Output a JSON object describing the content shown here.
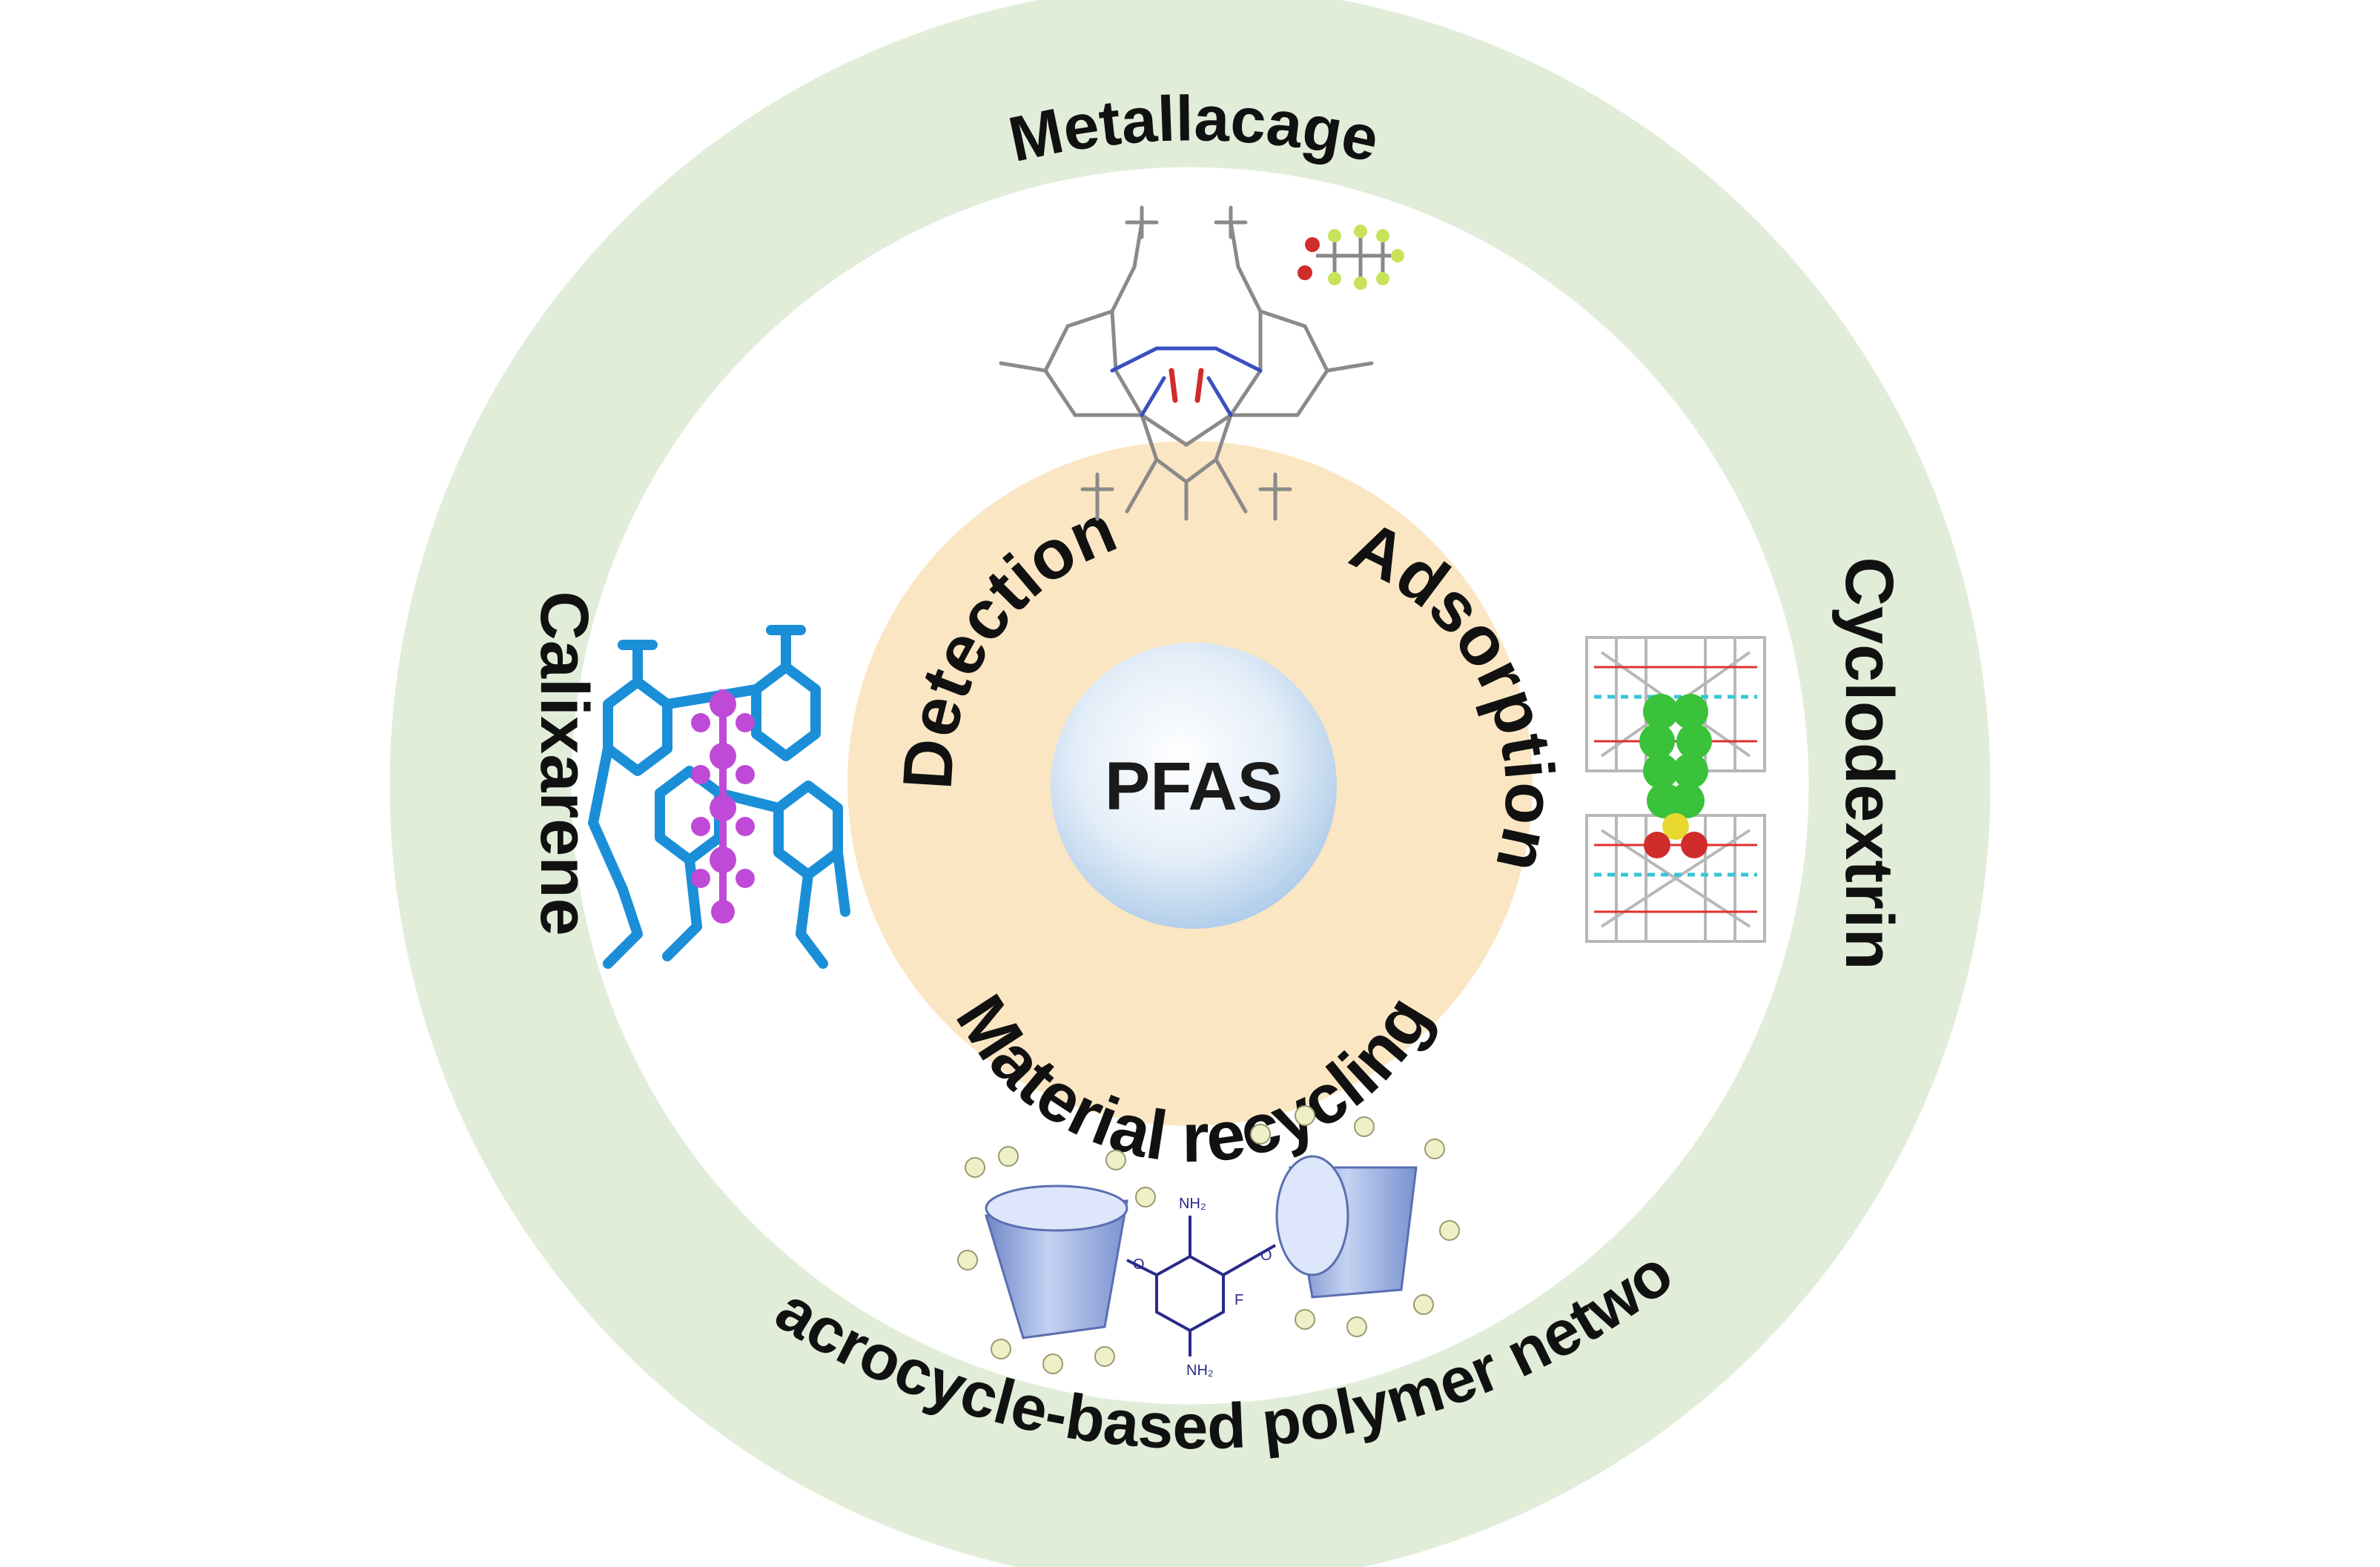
{
  "core": {
    "label": "PFAS"
  },
  "applications": {
    "detection": "Detection",
    "adsorption": "Adsorption",
    "recycling": "Material recycling"
  },
  "hosts": {
    "top": "Metallacage",
    "left": "Calixarene",
    "right": "Cyclodextrin",
    "bottom": "Macrocycle-based polymer network"
  },
  "molecule_labels": {
    "amine_top": "NH₂",
    "amine_bottom": "NH₂",
    "oxygen_left": "O",
    "oxygen_right": "O",
    "fluorine": "F"
  },
  "colors": {
    "outer_ring": "#e1edd9",
    "inner_disc": "#fbe6c3",
    "core_center": "#ffffff",
    "core_edge": "#a9c8e8",
    "calixarene": "#1a8fd8",
    "calixarene_guest": "#c04ad8",
    "cyclodextrin_frame": "#b8b8b8",
    "cyclodextrin_oxygen": "#e03030",
    "cyclodextrin_guest": "#3ac23a",
    "cone": "#8fa6dd",
    "bead": "#f0f0c8"
  }
}
